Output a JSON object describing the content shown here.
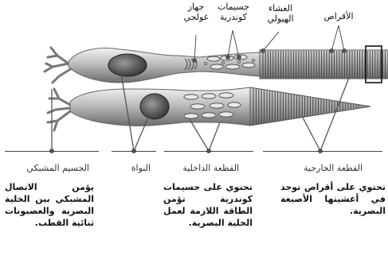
{
  "top_labels": {
    "golgi": [
      "جهاز",
      "غولجي"
    ],
    "mitochondria": [
      "جسيمات",
      "كوندرية"
    ],
    "plasma_membrane": [
      "الغشاء",
      "الهيولي"
    ],
    "discs": "الأقراص"
  },
  "columns": [
    {
      "id": "basal_body",
      "header": "الجسيم المشبكي",
      "description": "يؤمن الاتصال المشبكي بين الخلية البصرية والعصبونات ثنائية القطب."
    },
    {
      "id": "nucleus",
      "header": "النواة",
      "description": ""
    },
    {
      "id": "inner_segment",
      "header": "القطعة الداخلية",
      "description": "تحتوي على جسيمات كوندرية تؤمن الطاقة اللازمة لعمل الخلية البصرية."
    },
    {
      "id": "outer_segment",
      "header": "القطعة الخارجية",
      "description": "تحتوي على أقراص توجد في أغشيتها الأصبغة البصرية."
    }
  ]
}
